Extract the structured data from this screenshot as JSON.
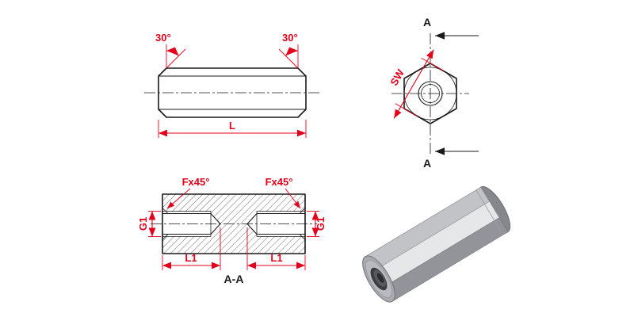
{
  "meta": {
    "title": "Hexagonal threaded spacer technical drawing"
  },
  "colors": {
    "dimension_red": "#e2001a",
    "line_black": "#1a1a1a",
    "metal_light": "#e6e7e9",
    "metal_mid": "#c2c3c7",
    "metal_dark": "#93949a"
  },
  "views": {
    "side": {
      "angle_left": "30°",
      "angle_right": "30°",
      "length_label": "L"
    },
    "end": {
      "width_label": "SW",
      "section_label_top": "A",
      "section_label_bottom": "A"
    },
    "section": {
      "chamfer_left": "Fx45°",
      "chamfer_right": "Fx45°",
      "thread_left": "G1",
      "thread_right": "G1",
      "depth_left": "L1",
      "depth_right": "L1",
      "title": "A-A"
    }
  }
}
